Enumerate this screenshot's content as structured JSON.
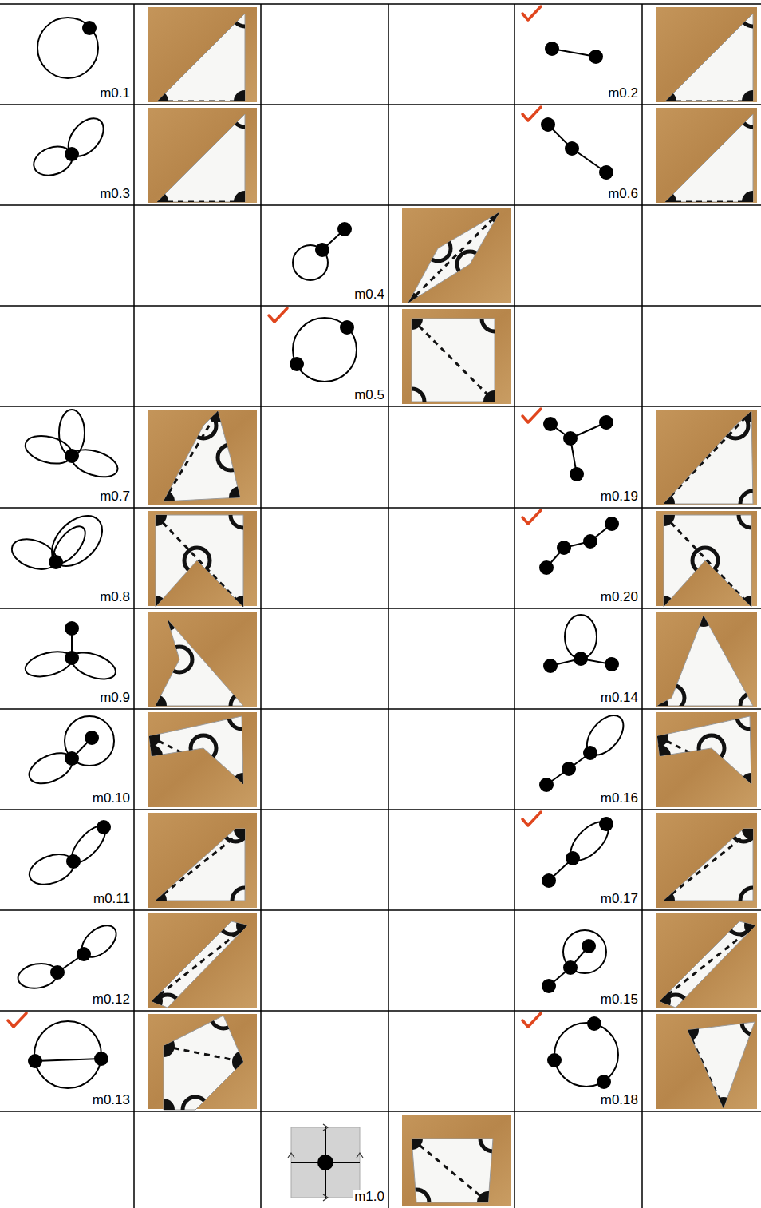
{
  "diagram": {
    "labels": [
      "m0.1",
      "m0.2",
      "m0.3",
      "m0.6",
      "m0.4",
      "m0.5",
      "m0.7",
      "m0.19",
      "m0.8",
      "m0.20",
      "m0.9",
      "m0.14",
      "m0.10",
      "m0.16",
      "m0.11",
      "m0.17",
      "m0.12",
      "m0.15",
      "m0.13",
      "m0.18",
      "m1.0"
    ]
  }
}
